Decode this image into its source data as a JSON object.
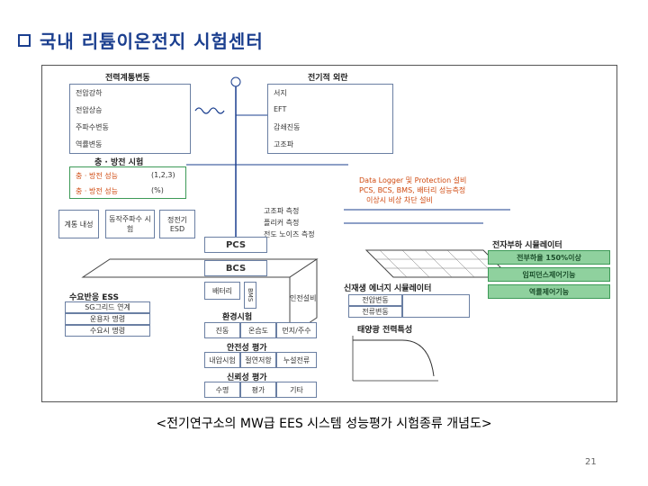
{
  "slide": {
    "title": "국내 리튬이온전지 시험센터",
    "caption": "<전기연구소의 MW급 EES 시스템 성능평가 시험종류 개념도>",
    "page_number": "21"
  },
  "diagram": {
    "grid_section": {
      "header": "전력계통변동",
      "items": [
        "전압강하",
        "전압상승",
        "주파수변동",
        "역률변동"
      ]
    },
    "electrical_section": {
      "header": "전기적 외란",
      "items": [
        "서지",
        "EFT",
        "감쇄진동",
        "고조파"
      ]
    },
    "charge_section": {
      "header": "충 · 방전 시험",
      "items": [
        {
          "label": "충 · 방전 성능",
          "value": "(1,2,3)"
        },
        {
          "label": "충 · 방전 성능",
          "value": "(%)"
        }
      ]
    },
    "test_boxes": [
      "계통 내성",
      "동작주파수 시험",
      "정전기 ESD"
    ],
    "data_logger": {
      "line1": "Data Logger 및 Protection 설비",
      "line2": "PCS, BCS, BMS, 배터리 성능측정",
      "line3": "이상시 비상 차단 설비"
    },
    "pcs_tests": [
      "고조파 측정",
      "플리커 측정",
      "전도 노이즈 측정"
    ],
    "pcs_label": "PCS",
    "bcs_label": "BCS",
    "battery_label": "배터리",
    "bms_label": "BMS",
    "demand_ess": {
      "header": "수요반응 ESS",
      "items": [
        "SG그리드 연계",
        "운용자 명령",
        "수요시 명령"
      ]
    },
    "safety_equipment": "인전설비",
    "load_simulator": {
      "header": "전자부하 시뮬레이터",
      "items": [
        "전부하율 150%이상",
        "임피던스제어기능",
        "역률제어기능"
      ]
    },
    "renewable_simulator": {
      "header": "신재생 에너지 시뮬레이터",
      "items": [
        "전압변동",
        "전류변동"
      ]
    },
    "solar": {
      "header": "태양광 전력특성"
    },
    "environment": {
      "header": "환경시험",
      "items": [
        "진동",
        "온습도",
        "먼지/주수"
      ]
    },
    "safety": {
      "header": "안전성 평가",
      "items": [
        "내압시험",
        "절연저항",
        "누설전류"
      ]
    },
    "reliability": {
      "header": "신뢰성 평가",
      "items": [
        "수명",
        "평가",
        "기타"
      ]
    }
  },
  "colors": {
    "title": "#1b3f8f",
    "highlight_box": "#8fd19e",
    "warning_text": "#d04a10",
    "line": "#1b3f8f"
  }
}
